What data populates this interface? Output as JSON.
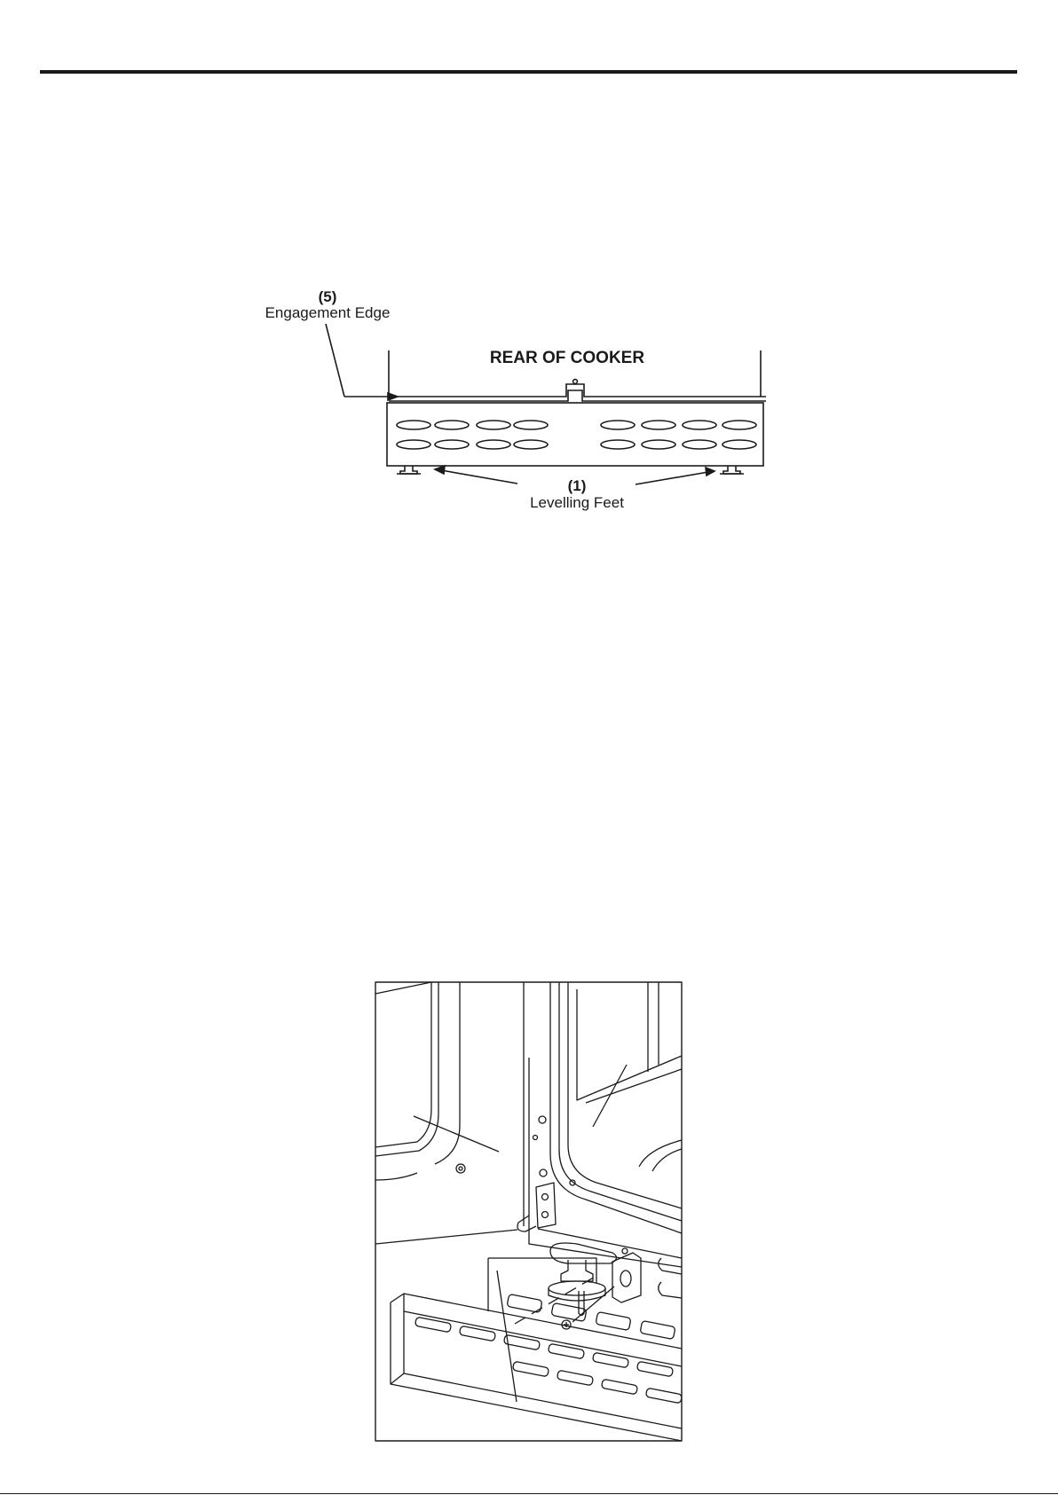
{
  "top_diagram": {
    "heading": "REAR OF COOKER",
    "engagement_number": "(5)",
    "engagement_label": "Engagement Edge",
    "feet_number": "(1)",
    "feet_label": "Levelling Feet"
  },
  "colors": {
    "line": "#1a1a1a",
    "background": "#ffffff"
  }
}
